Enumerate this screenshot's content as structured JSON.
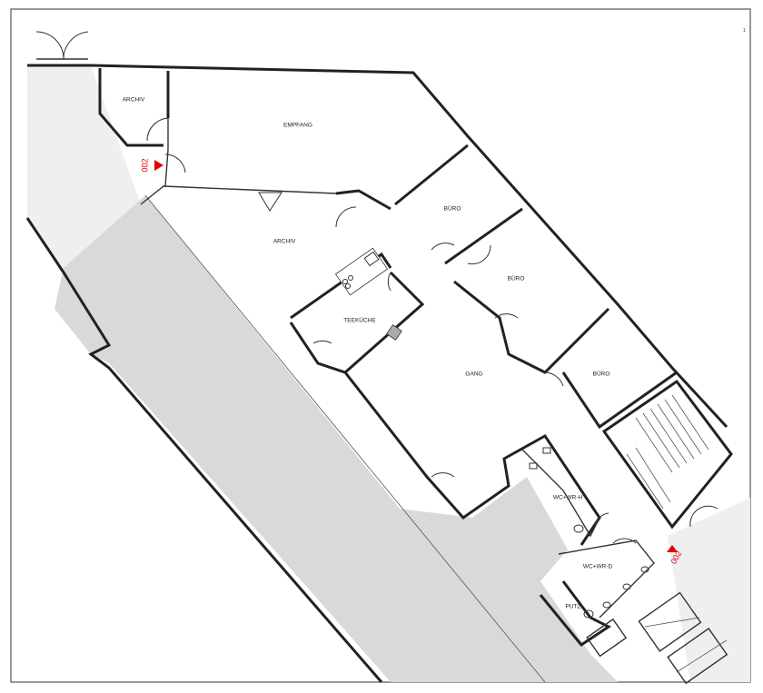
{
  "page_number": "1",
  "rooms": [
    {
      "id": "archiv-1",
      "label": "ARCHIV"
    },
    {
      "id": "empfang",
      "label": "EMPFANG"
    },
    {
      "id": "archiv-2",
      "label": "ARCHIV"
    },
    {
      "id": "buero-1",
      "label": "BÜRO"
    },
    {
      "id": "buero-2",
      "label": "BÜRO"
    },
    {
      "id": "teekueche",
      "label": "TEEKÜCHE"
    },
    {
      "id": "gang",
      "label": "GANG"
    },
    {
      "id": "buero-3",
      "label": "BÜRO"
    },
    {
      "id": "wc-h",
      "label": "WC+WR-H"
    },
    {
      "id": "wc-d",
      "label": "WC+WR-D"
    },
    {
      "id": "putz",
      "label": "PUTZ"
    }
  ],
  "markers": [
    {
      "id": "entry-north",
      "label": "002"
    },
    {
      "id": "entry-south",
      "label": "002"
    }
  ],
  "colors": {
    "wall": "#222222",
    "shared_area": "#d9d9d9",
    "outside": "#efefef",
    "marker": "#e00000"
  }
}
